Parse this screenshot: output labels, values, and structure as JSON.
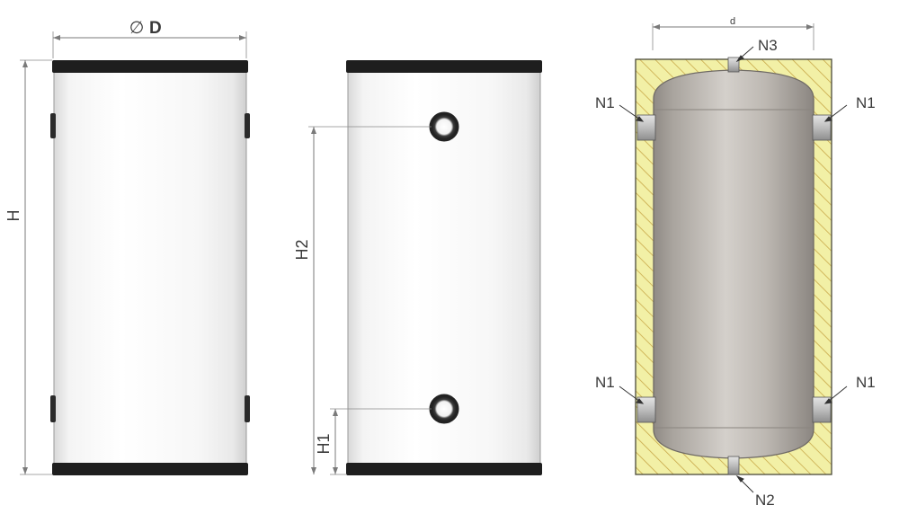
{
  "view1": {
    "diameter_symbol": "∅",
    "diameter_label": "D",
    "height_label": "H"
  },
  "view2": {
    "h1_label": "H1",
    "h2_label": "H2"
  },
  "view3": {
    "inner_diameter_label": "d",
    "connections": {
      "top_left": "N1",
      "top_right": "N1",
      "bottom_left": "N1",
      "bottom_right": "N1",
      "top": "N3",
      "bottom": "N2"
    }
  },
  "colors": {
    "insulation": "#f2f0a6",
    "hatch": "#c9a94a",
    "tank_shell": "#b9b4ae",
    "band": "#1e1e1e"
  }
}
